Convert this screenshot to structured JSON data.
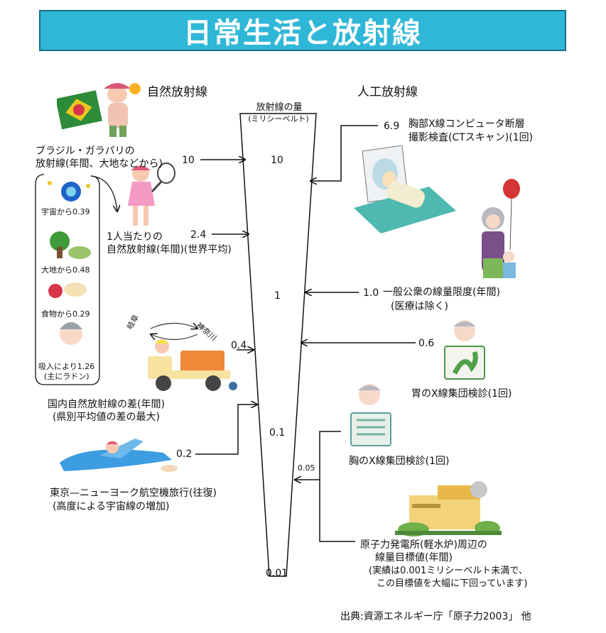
{
  "title": "日常生活と放射線",
  "headers": {
    "natural": "自然放射線",
    "artificial": "人工放射線"
  },
  "funnel": {
    "label_line1": "放射線の量",
    "label_line2": "(ミリシーベルト)",
    "scale": [
      "10",
      "1",
      "0.1",
      "0.01"
    ]
  },
  "natural": {
    "brazil": {
      "value": "10",
      "line1": "ブラジル・ガラパリの",
      "line2": "放射線(年間、大地などから)"
    },
    "world": {
      "value": "2.4",
      "line1": "1人当たりの",
      "line2": "自然放射線(年間)(世界平均)"
    },
    "breakdown": [
      {
        "label": "宇宙から0.39"
      },
      {
        "label": "大地から0.48"
      },
      {
        "label": "食物から0.29"
      },
      {
        "label": "吸入により1.26",
        "label2": "(主にラドン)"
      }
    ],
    "domestic": {
      "value": "0.4",
      "from": "岐阜",
      "to": "神奈川",
      "line1": "国内自然放射線の差(年間)",
      "line2": "(県別平均値の差の最大)"
    },
    "flight": {
      "value": "0.2",
      "line1": "東京—ニューヨーク航空機旅行(往復)",
      "line2": "(高度による宇宙線の増加)"
    }
  },
  "artificial": {
    "ct": {
      "value": "6.9",
      "line1": "胸部X線コンピュータ断層",
      "line2": "撮影検査(CTスキャン)(1回)"
    },
    "public": {
      "value": "1.0",
      "line1": "一般公衆の線量限度(年間)",
      "line2": "(医療は除く)"
    },
    "stomach": {
      "value": "0.6",
      "line1": "胃のX線集団検診(1回)"
    },
    "chest": {
      "value": "0.05",
      "line1": "胸のX線集団検診(1回)"
    },
    "plant": {
      "line1": "原子力発電所(軽水炉)周辺の",
      "line2": "線量目標値(年間)",
      "line3": "(実績は0.001ミリシーベルト未満で、",
      "line4": "この目標値を大幅に下回っています)"
    }
  },
  "source": "出典:資源エネルギー庁「原子力2003」 他"
}
